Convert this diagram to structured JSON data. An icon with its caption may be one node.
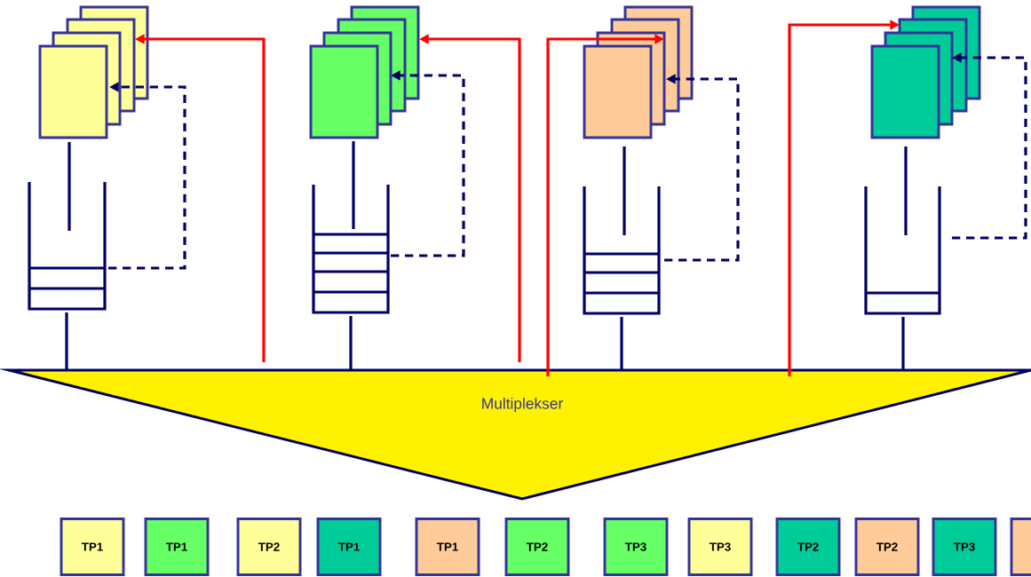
{
  "diagram": {
    "nodes": [
      {
        "text": [],
        "shape": "picture"
      },
      {
        "text": [],
        "shape": "picture"
      },
      {
        "text": [],
        "shape": "picture"
      },
      {
        "text": [],
        "shape": "picture"
      },
      {
        "text": [],
        "shape": "box"
      },
      {
        "text": [],
        "shape": "box"
      },
      {
        "text": [],
        "shape": "box"
      },
      {
        "text": [],
        "shape": "box"
      },
      {
        "text": [
          "Multiplekser"
        ]
      },
      {
        "text": [
          "TP1"
        ]
      },
      {
        "text": [
          "TP1"
        ]
      },
      {
        "text": [
          "TP2"
        ]
      },
      {
        "text": [
          "TP1"
        ]
      },
      {
        "text": [
          "TP1"
        ]
      },
      {
        "text": [
          "TP2"
        ]
      },
      {
        "text": [
          "TP3"
        ]
      },
      {
        "text": [
          "TP3"
        ]
      },
      {
        "text": [
          "TP2"
        ]
      },
      {
        "text": [
          "TP2"
        ]
      },
      {
        "text": [
          "TP3"
        ]
      },
      {
        "text": [],
        "shape": "box"
      }
    ],
    "edges": [
      {
        "from": 0,
        "to": 4,
        "arrow": "none"
      },
      {
        "from": 1,
        "to": 5,
        "arrow": "none"
      },
      {
        "from": 2,
        "to": 6,
        "arrow": "none"
      },
      {
        "from": 3,
        "to": 7,
        "arrow": "none"
      },
      {
        "from": 4,
        "to": 0,
        "arrow": "to",
        "style": "dashed"
      },
      {
        "from": 5,
        "to": 1,
        "arrow": "to",
        "style": "dashed"
      },
      {
        "from": 6,
        "to": 2,
        "arrow": "to",
        "style": "dashed"
      },
      {
        "from": 7,
        "to": 3,
        "arrow": "to",
        "style": "dashed"
      },
      {
        "from": 4,
        "to": 8,
        "arrow": "none"
      },
      {
        "from": 5,
        "to": 8,
        "arrow": "none"
      },
      {
        "from": 6,
        "to": 8,
        "arrow": "none"
      },
      {
        "from": 7,
        "to": 8,
        "arrow": "none"
      },
      {
        "from": 8,
        "to": 0,
        "arrow": "to",
        "color": "#ff0000"
      },
      {
        "from": 8,
        "to": 1,
        "arrow": "to",
        "color": "#ff0000"
      },
      {
        "from": 8,
        "to": 2,
        "arrow": "to",
        "color": "#ff0000"
      },
      {
        "from": 8,
        "to": 3,
        "arrow": "to",
        "color": "#ff0000"
      }
    ]
  }
}
